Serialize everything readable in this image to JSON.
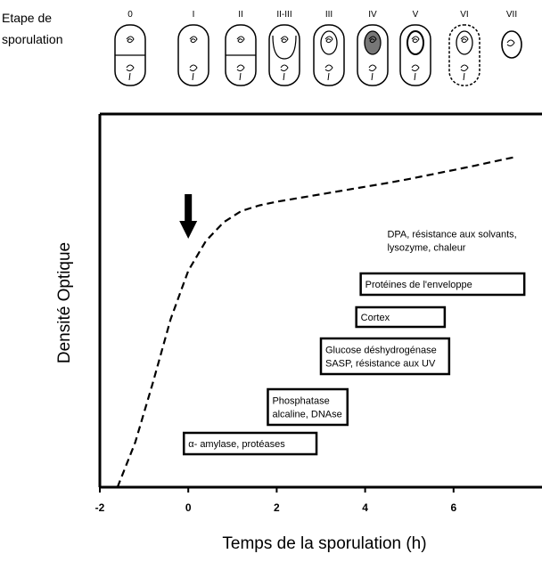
{
  "stage_header": {
    "label_line1": "Etape de",
    "label_line2": "sporulation",
    "stages": [
      "0",
      "I",
      "II",
      "II-III",
      "III",
      "IV",
      "V",
      "VI",
      "VII"
    ]
  },
  "chart_data": {
    "type": "line",
    "title": "",
    "xlabel": "Temps de la sporulation (h)",
    "ylabel": "Densité Optique",
    "xlim": [
      -2,
      8
    ],
    "xticks": [
      -2,
      0,
      2,
      4,
      6
    ],
    "ylim": [
      0,
      1
    ],
    "grid": false,
    "series": [
      {
        "line_style": "dashed",
        "x": [
          -1.6,
          -1.2,
          -0.8,
          -0.4,
          0.0,
          0.4,
          0.8,
          1.2,
          1.6,
          2.0,
          2.5,
          3.0,
          3.5,
          4.0,
          4.5,
          5.0,
          5.5,
          6.0,
          6.5,
          7.0,
          7.4
        ],
        "y": [
          0.0,
          0.12,
          0.28,
          0.45,
          0.58,
          0.66,
          0.71,
          0.74,
          0.755,
          0.765,
          0.775,
          0.785,
          0.795,
          0.805,
          0.815,
          0.826,
          0.838,
          0.85,
          0.862,
          0.875,
          0.885
        ]
      }
    ],
    "marker": {
      "x": 0,
      "shape": "down-arrow"
    },
    "annotations": [
      {
        "lines": [
          "DPA, résistance aux solvants,",
          "lysozyme, chaleur"
        ],
        "x_start": 4.4,
        "x_end": 8.0,
        "bordered": false
      },
      {
        "lines": [
          "Protéines de l'enveloppe"
        ],
        "x_start": 3.9,
        "x_end": 7.6,
        "bordered": true
      },
      {
        "lines": [
          "Cortex"
        ],
        "x_start": 3.8,
        "x_end": 5.8,
        "bordered": true
      },
      {
        "lines": [
          "Glucose déshydrogénase",
          "SASP, résistance aux UV"
        ],
        "x_start": 3.0,
        "x_end": 5.9,
        "bordered": true
      },
      {
        "lines": [
          "Phosphatase",
          "alcaline, DNAse"
        ],
        "x_start": 1.8,
        "x_end": 3.6,
        "bordered": true
      },
      {
        "lines": [
          "α- amylase, protéases"
        ],
        "x_start": -0.1,
        "x_end": 2.9,
        "bordered": true
      }
    ]
  }
}
